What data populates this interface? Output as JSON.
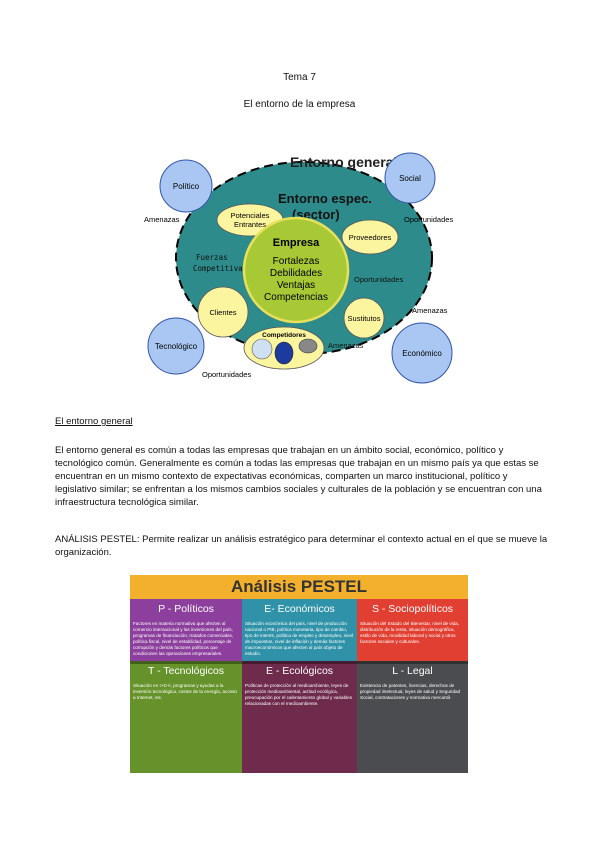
{
  "doc": {
    "title": "Tema 7",
    "subtitle": "El entorno de la empresa",
    "section_heading": "El entorno general",
    "paragraph1": "El entorno general es común a todas las empresas que trabajan en un ámbito social, económico, político y tecnológico común. Generalmente es común a todas las empresas que trabajan en un mismo país ya que estas se encuentran en un mismo contexto de expectativas económicas, comparten un marco institucional, político y legislativo similar; se enfrentan a los mismos cambios sociales y culturales de la población y se encuentran con una infraestructura tecnológica similar.",
    "paragraph2": "ANÁLISIS PESTEL: Permite realizar un análisis estratégico para determinar el contexto actual en el que se mueve la organización."
  },
  "diagram": {
    "outer_title": "Entorno general",
    "specific_title": "Entorno espec.",
    "specific_sub": "(sector)",
    "outer_nodes": {
      "politico": "Político",
      "social": "Social",
      "tecnologico": "Tecnológico",
      "economico": "Económico"
    },
    "labels": {
      "amenazas_left": "Amenazas",
      "oportunidades_right": "Oportunidades",
      "amenazas_right": "Amenazas",
      "oportunidades_bottom": "Oportunidades",
      "fuerzas1": "Fuerzas",
      "fuerzas2": "Competitivas",
      "oportunidades_inner": "Oportunidades",
      "amenazas_inner": "Amenazas"
    },
    "inner_nodes": {
      "potenciales1": "Potenciales",
      "potenciales2": "Entrantes",
      "proveedores": "Proveedores",
      "clientes": "Clientes",
      "sustitutos": "Sustitutos",
      "competidores": "Competidores"
    },
    "empresa": {
      "title": "Empresa",
      "items": [
        "Fortalezas",
        "Debilidades",
        "Ventajas",
        "Competencias"
      ]
    },
    "colors": {
      "outer": "#2e8b8b",
      "node_blue": "#a9c7f2",
      "yellow": "#fcf5a0",
      "green": "#a7c936",
      "dark_blue": "#1d3a9e"
    }
  },
  "pestel": {
    "title": "Análisis PESTEL",
    "cells": [
      {
        "title": "P - Políticos",
        "text": "Factores en materia normativa que afecten al comercio internacional y las inversiones del país, programas de financiación, tratados comerciales, política fiscal, nivel de estabilidad, porcentaje de corrupción y demás factores políticos que condicionen las operaciones empresariales."
      },
      {
        "title": "E- Económicos",
        "text": "Situación económica del país, nivel de producción nacional o PIB, política monetaria, tipo de cambio, tipo de interés, política de empleo y desempleo, nivel de impuestos, nivel de inflación y demás factores macroeconómicos que afecten al país objeto de estudio."
      },
      {
        "title": "S - Sociopolíticos",
        "text": "Situación del Estado del Bienestar, nivel de vida, distribución de la renta, situación demográfica, estilo de vida, movilidad laboral y social y otros factores sociales y culturales."
      },
      {
        "title": "T - Tecnológicos",
        "text": "Situación en I+D+i, programas y ayudas a la inversión tecnológica, costes de la energía, acceso a Internet, etc."
      },
      {
        "title": "E - Ecológicos",
        "text": "Políticas de protección al medioambiente, leyes de protección medioambiental, actitud ecológica, preocupación por el calentamiento global y variables relacionadas con el medioambiente."
      },
      {
        "title": "L - Legal",
        "text": "Existencia de patentes, licencias, derechos de propiedad intelectual, leyes de salud y Seguridad Social, contrataciones y normativa mercantil."
      }
    ]
  }
}
